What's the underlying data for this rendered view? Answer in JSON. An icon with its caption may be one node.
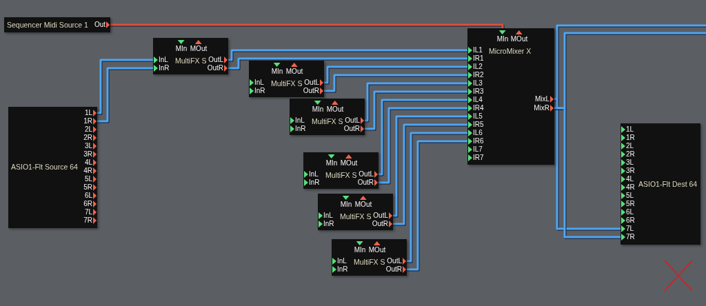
{
  "diagram": {
    "nodes": [
      {
        "text": [
          "Sequencer Midi Source 1"
        ]
      },
      {
        "text": [
          "Out"
        ],
        "in": 0
      },
      {
        "text": [
          "ASIO1-Flt Source 64"
        ]
      },
      {
        "text": [
          "1L"
        ],
        "in": 2
      },
      {
        "text": [
          "1R"
        ],
        "in": 2
      },
      {
        "text": [
          "2L"
        ],
        "in": 2
      },
      {
        "text": [
          "2R"
        ],
        "in": 2
      },
      {
        "text": [
          "3L"
        ],
        "in": 2
      },
      {
        "text": [
          "3R"
        ],
        "in": 2
      },
      {
        "text": [
          "4L"
        ],
        "in": 2
      },
      {
        "text": [
          "4R"
        ],
        "in": 2
      },
      {
        "text": [
          "5L"
        ],
        "in": 2
      },
      {
        "text": [
          "5R"
        ],
        "in": 2
      },
      {
        "text": [
          "6L"
        ],
        "in": 2
      },
      {
        "text": [
          "6R"
        ],
        "in": 2
      },
      {
        "text": [
          "7L"
        ],
        "in": 2
      },
      {
        "text": [
          "7R"
        ],
        "in": 2
      },
      {
        "text": [
          "MultiFX S"
        ]
      },
      {
        "text": [
          "MIn"
        ],
        "in": 17
      },
      {
        "text": [
          "MOut"
        ],
        "in": 17
      },
      {
        "text": [
          "InL"
        ],
        "in": 17
      },
      {
        "text": [
          "InR"
        ],
        "in": 17
      },
      {
        "text": [
          "OutL"
        ],
        "in": 17
      },
      {
        "text": [
          "OutR"
        ],
        "in": 17
      },
      {
        "text": [
          "MultiFX S"
        ]
      },
      {
        "text": [
          "MIn"
        ],
        "in": 24
      },
      {
        "text": [
          "MOut"
        ],
        "in": 24
      },
      {
        "text": [
          "InL"
        ],
        "in": 24
      },
      {
        "text": [
          "InR"
        ],
        "in": 24
      },
      {
        "text": [
          "OutL"
        ],
        "in": 24
      },
      {
        "text": [
          "OutR"
        ],
        "in": 24
      },
      {
        "text": [
          "MultiFX S"
        ]
      },
      {
        "text": [
          "MIn"
        ],
        "in": 31
      },
      {
        "text": [
          "MOut"
        ],
        "in": 31
      },
      {
        "text": [
          "InL"
        ],
        "in": 31
      },
      {
        "text": [
          "InR"
        ],
        "in": 31
      },
      {
        "text": [
          "OutL"
        ],
        "in": 31
      },
      {
        "text": [
          "OutR"
        ],
        "in": 31
      },
      {
        "text": [
          "MultiFX S"
        ]
      },
      {
        "text": [
          "MIn"
        ],
        "in": 38
      },
      {
        "text": [
          "MOut"
        ],
        "in": 38
      },
      {
        "text": [
          "InL"
        ],
        "in": 38
      },
      {
        "text": [
          "InR"
        ],
        "in": 38
      },
      {
        "text": [
          "OutL"
        ],
        "in": 38
      },
      {
        "text": [
          "OutR"
        ],
        "in": 38
      },
      {
        "text": [
          "MultiFX S"
        ]
      },
      {
        "text": [
          "MIn"
        ],
        "in": 45
      },
      {
        "text": [
          "MOut"
        ],
        "in": 45
      },
      {
        "text": [
          "InL"
        ],
        "in": 45
      },
      {
        "text": [
          "InR"
        ],
        "in": 45
      },
      {
        "text": [
          "OutL"
        ],
        "in": 45
      },
      {
        "text": [
          "OutR"
        ],
        "in": 45
      },
      {
        "text": [
          "MultiFX S"
        ]
      },
      {
        "text": [
          "MIn"
        ],
        "in": 52
      },
      {
        "text": [
          "MOut"
        ],
        "in": 52
      },
      {
        "text": [
          "InL"
        ],
        "in": 52
      },
      {
        "text": [
          "InR"
        ],
        "in": 52
      },
      {
        "text": [
          "OutL"
        ],
        "in": 52
      },
      {
        "text": [
          "OutR"
        ],
        "in": 52
      },
      {
        "text": [
          "MicroMixer X"
        ]
      },
      {
        "text": [
          "MIn"
        ],
        "in": 59
      },
      {
        "text": [
          "MOut"
        ],
        "in": 59
      },
      {
        "text": [
          "IL1"
        ],
        "in": 59
      },
      {
        "text": [
          "IR1"
        ],
        "in": 59
      },
      {
        "text": [
          "IL2"
        ],
        "in": 59
      },
      {
        "text": [
          "IR2"
        ],
        "in": 59
      },
      {
        "text": [
          "IL3"
        ],
        "in": 59
      },
      {
        "text": [
          "IR3"
        ],
        "in": 59
      },
      {
        "text": [
          "IL4"
        ],
        "in": 59
      },
      {
        "text": [
          "IR4"
        ],
        "in": 59
      },
      {
        "text": [
          "IL5"
        ],
        "in": 59
      },
      {
        "text": [
          "IR5"
        ],
        "in": 59
      },
      {
        "text": [
          "IL6"
        ],
        "in": 59
      },
      {
        "text": [
          "IR6"
        ],
        "in": 59
      },
      {
        "text": [
          "IL7"
        ],
        "in": 59
      },
      {
        "text": [
          "IR7"
        ],
        "in": 59
      },
      {
        "text": [
          "MixL"
        ],
        "in": 59
      },
      {
        "text": [
          "MixR"
        ],
        "in": 59
      },
      {
        "text": [
          "ASIO1-Flt Dest 64"
        ]
      },
      {
        "text": [
          "1L"
        ],
        "in": 78
      },
      {
        "text": [
          "1R"
        ],
        "in": 78
      },
      {
        "text": [
          "2L"
        ],
        "in": 78
      },
      {
        "text": [
          "2R"
        ],
        "in": 78
      },
      {
        "text": [
          "3L"
        ],
        "in": 78
      },
      {
        "text": [
          "3R"
        ],
        "in": 78
      },
      {
        "text": [
          "4L"
        ],
        "in": 78
      },
      {
        "text": [
          "4R"
        ],
        "in": 78
      },
      {
        "text": [
          "5L"
        ],
        "in": 78
      },
      {
        "text": [
          "5R"
        ],
        "in": 78
      },
      {
        "text": [
          "6L"
        ],
        "in": 78
      },
      {
        "text": [
          "6R"
        ],
        "in": 78
      },
      {
        "text": [
          "7L"
        ],
        "in": 78
      },
      {
        "text": [
          "7R"
        ],
        "in": 78
      }
    ],
    "edges": [
      {
        "from": 1,
        "to": 60,
        "arrow": "none",
        "color": "#e0503a"
      },
      {
        "from": 3,
        "to": 20,
        "arrow": "none"
      },
      {
        "from": 4,
        "to": 21,
        "arrow": "none"
      },
      {
        "from": 22,
        "to": 62,
        "arrow": "none"
      },
      {
        "from": 23,
        "to": 63,
        "arrow": "none"
      },
      {
        "from": 29,
        "to": 64,
        "arrow": "none"
      },
      {
        "from": 30,
        "to": 65,
        "arrow": "none"
      },
      {
        "from": 36,
        "to": 66,
        "arrow": "none"
      },
      {
        "from": 37,
        "to": 67,
        "arrow": "none"
      },
      {
        "from": 43,
        "to": 68,
        "arrow": "none"
      },
      {
        "from": 44,
        "to": 69,
        "arrow": "none"
      },
      {
        "from": 50,
        "to": 70,
        "arrow": "none"
      },
      {
        "from": 51,
        "to": 71,
        "arrow": "none"
      },
      {
        "from": 57,
        "to": 72,
        "arrow": "none"
      },
      {
        "from": 58,
        "to": 73,
        "arrow": "none"
      },
      {
        "from": 76,
        "to": null,
        "arrow": "none"
      },
      {
        "from": 76,
        "to": 91,
        "arrow": "none"
      },
      {
        "from": 77,
        "to": null,
        "arrow": "none"
      },
      {
        "from": 77,
        "to": 92,
        "arrow": "none"
      }
    ]
  }
}
